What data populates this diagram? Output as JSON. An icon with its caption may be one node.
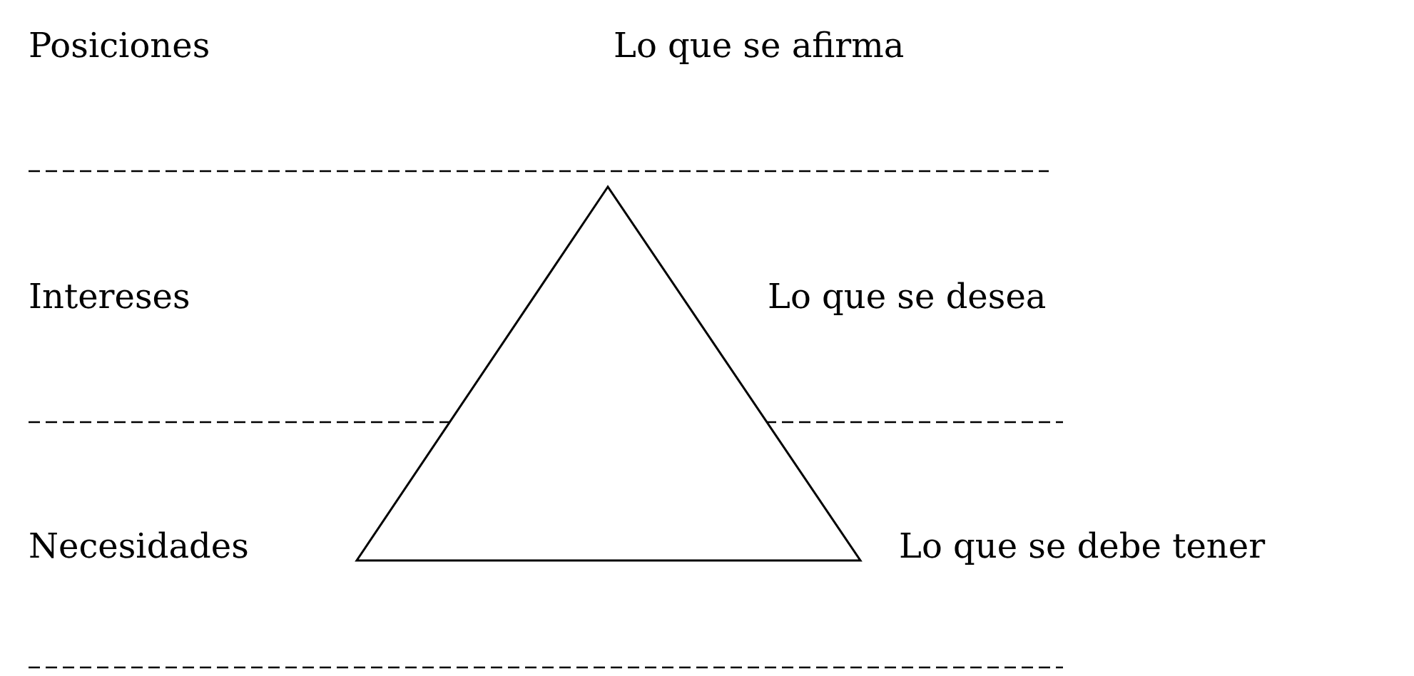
{
  "diagram": {
    "labels": [
      "Posiciones",
      "Lo que se afirma",
      "Intereses",
      "Lo que se desea",
      "Necesidades",
      "Lo que se debe tener"
    ]
  }
}
